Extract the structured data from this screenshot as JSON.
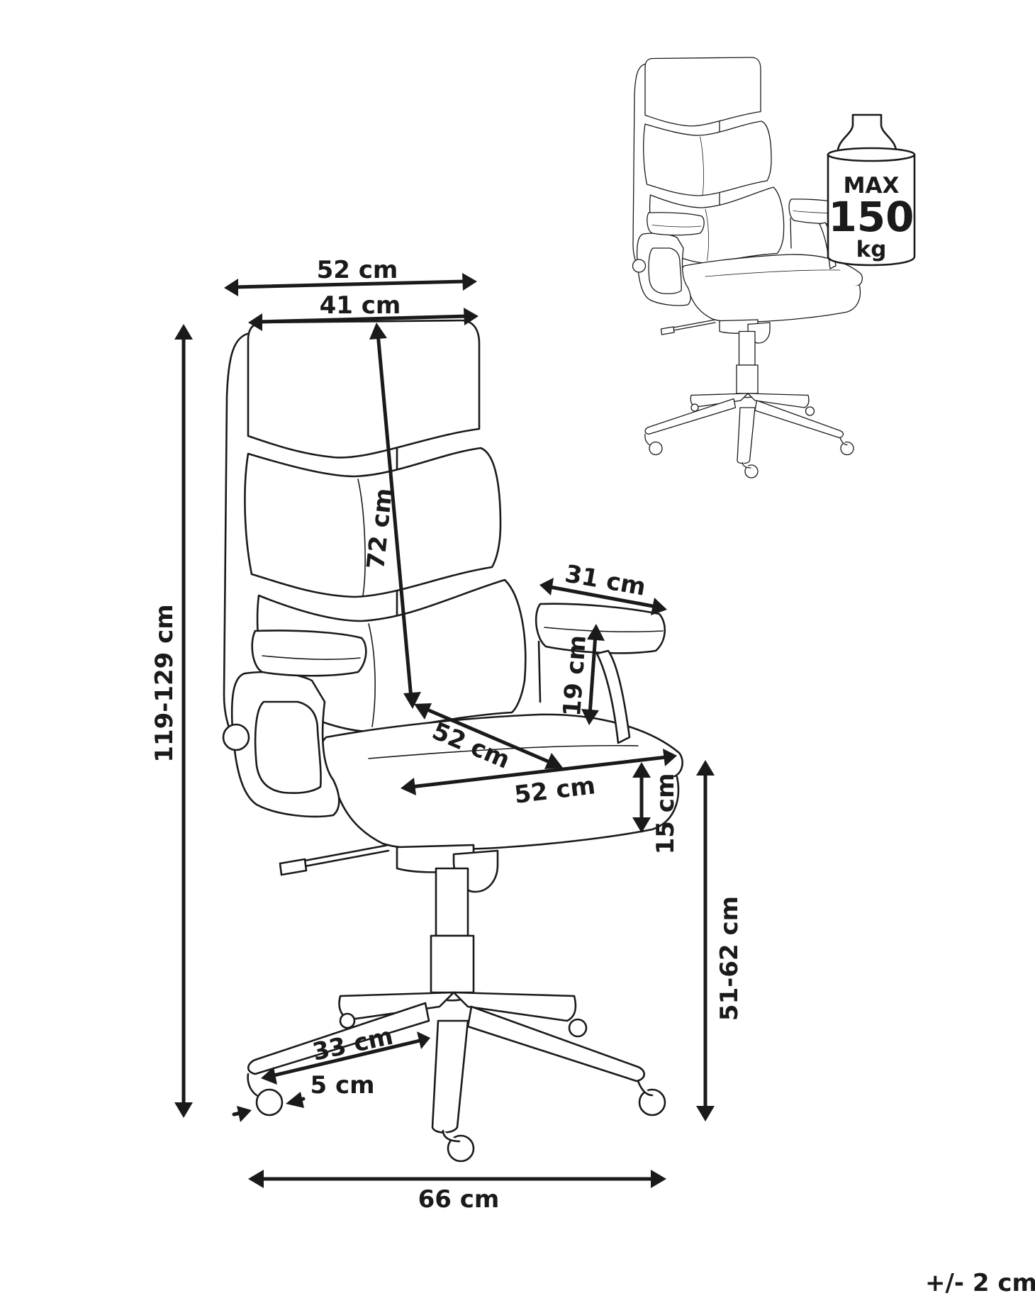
{
  "dimensions": {
    "seat_back_outer_width": "52 cm",
    "backrest_width": "41 cm",
    "backrest_height": "72 cm",
    "total_height": "119-129 cm",
    "armrest_length": "31 cm",
    "armrest_height": "19 cm",
    "seat_depth": "52 cm",
    "seat_width": "52 cm",
    "seat_thickness": "15 cm",
    "seat_height": "51-62 cm",
    "leg_length": "33 cm",
    "wheel_size": "5 cm",
    "base_width": "66 cm"
  },
  "max_load": {
    "label": "MAX",
    "value": "150",
    "unit": "kg"
  },
  "tolerance": "+/- 2 cm"
}
